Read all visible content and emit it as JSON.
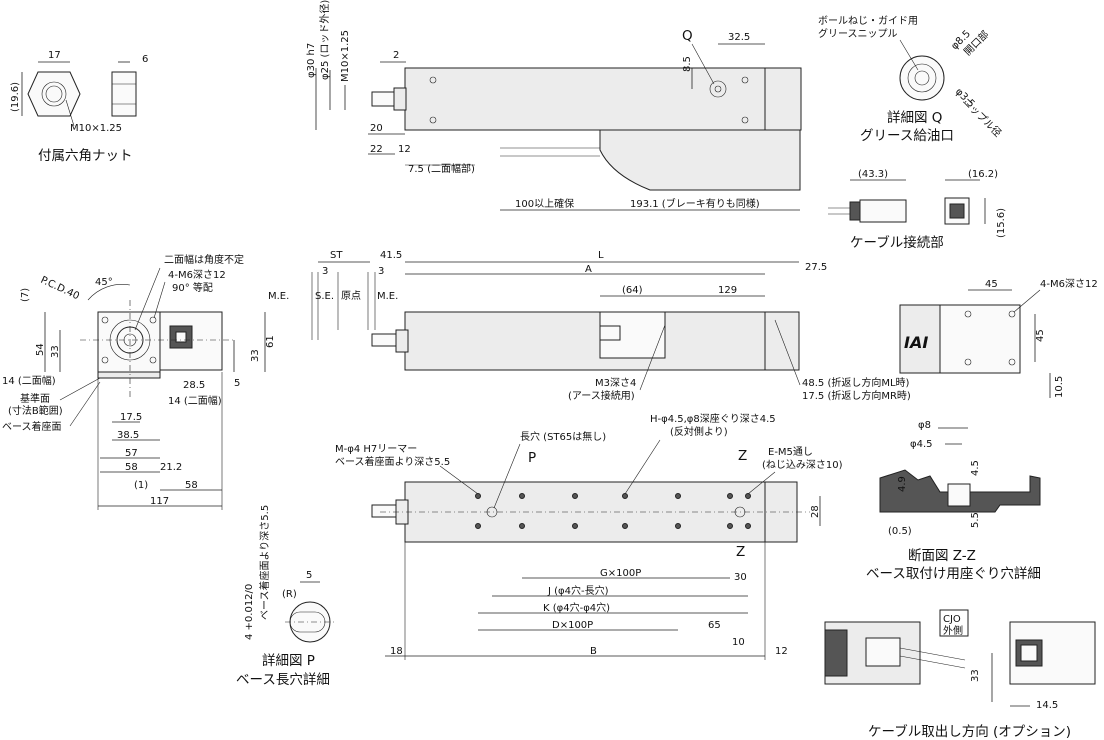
{
  "views": {
    "nut": {
      "caption": "付属六角ナット",
      "labels": {
        "width": "17",
        "thickness": "6",
        "height": "(19.6)",
        "thread": "M10×1.25"
      }
    },
    "side_top": {
      "labels": {
        "rod_dia": "φ30 h7",
        "rod_outer": "φ25 (ロッド外径)",
        "rod_thread": "M10×1.25",
        "d2": "2",
        "d20": "20",
        "d22": "22",
        "d12": "12",
        "d75": "7.5 (二面幅部)",
        "q_mark": "Q",
        "d85": "8.5",
        "d325": "32.5",
        "secure": "100以上確保",
        "brake": "193.1 (ブレーキ有りも同様)"
      }
    },
    "detail_q": {
      "top_note": "ボールねじ・ガイド用\nグリースニップル",
      "d85": "φ8.5",
      "d85_note": "開口部",
      "d35": "φ3.5",
      "d35_note": "ニップル径",
      "caption_1": "詳細図 Q",
      "caption_2": "グリース給油口"
    },
    "cable_conn": {
      "d433": "(43.3)",
      "d162": "(16.2)",
      "d156": "(15.6)",
      "caption": "ケーブル接続部"
    },
    "front_view": {
      "labels": {
        "pcd": "P.C.D.40",
        "angle45": "45°",
        "d7": "(7)",
        "width_flat_note": "二面幅は角度不定",
        "m6_holes": "4-M6深さ12",
        "pitch90": "90° 等配",
        "d54": "54",
        "d33a": "33",
        "d33b": "33",
        "d61": "61",
        "d5": "5",
        "flat14": "14 (二面幅)",
        "ref_face": "基準面",
        "ref_scope": "(寸法B範囲)",
        "base_face": "ベース着座面",
        "d285": "28.5",
        "flat14b": "14 (二面幅)",
        "d175": "17.5",
        "d385": "38.5",
        "d57": "57",
        "d58a": "58",
        "d212": "21.2",
        "d1": "(1)",
        "d58b": "58",
        "d117": "117"
      }
    },
    "main_side": {
      "labels": {
        "st": "ST",
        "d415": "41.5",
        "L": "L",
        "d3a": "3",
        "d3b": "3",
        "me1": "M.E.",
        "se": "S.E.",
        "origin": "原点",
        "me2": "M.E.",
        "A": "A",
        "d275": "27.5",
        "d64": "(64)",
        "d129": "129",
        "m3": "M3深さ4",
        "m3_note": "(アース接続用)",
        "d485": "48.5 (折返し方向ML時)",
        "d175b": "17.5 (折返し方向MR時)"
      }
    },
    "mount_view": {
      "labels": {
        "d45": "45",
        "m6": "4-M6深さ12",
        "d45v": "45",
        "d105": "10.5"
      }
    },
    "bottom_view": {
      "labels": {
        "dowel": "M-φ4 H7リーマー",
        "dowel_note": "ベース着座面より深さ5.5",
        "slot": "長穴 (ST65は無し)",
        "p_mark": "P",
        "h_holes": "H-φ4.5,φ8深座ぐり深さ4.5",
        "h_note": "(反対側より)",
        "e_holes": "E-M5通し",
        "e_note": "(ねじ込み深さ10)",
        "z1": "Z",
        "z2": "Z",
        "d28": "28",
        "G": "G×100P",
        "d30": "30",
        "J": "J (φ4穴-長穴)",
        "K": "K (φ4穴-φ4穴)",
        "D": "D×100P",
        "d65": "65",
        "d10": "10",
        "d18": "18",
        "B": "B",
        "d12": "12"
      }
    },
    "section_zz": {
      "d8": "φ8",
      "d45": "φ4.5",
      "d49": "4.9",
      "d45v": "4.5",
      "d55": "5.5",
      "d05": "(0.5)",
      "caption_1": "断面図 Z-Z",
      "caption_2": "ベース取付け用座ぐり穴詳細"
    },
    "detail_p": {
      "tol": "4 +0.012/0",
      "tol_note": "ベース着座面より深さ5.5",
      "d5": "5",
      "r": "(R)",
      "caption_1": "詳細図 P",
      "caption_2": "ベース長穴詳細"
    },
    "cable_option": {
      "cjo": "CJO",
      "cjo_note": "外側",
      "d33": "33",
      "d145": "14.5",
      "caption": "ケーブル取出し方向 (オプション)"
    },
    "brand": "IAI"
  }
}
